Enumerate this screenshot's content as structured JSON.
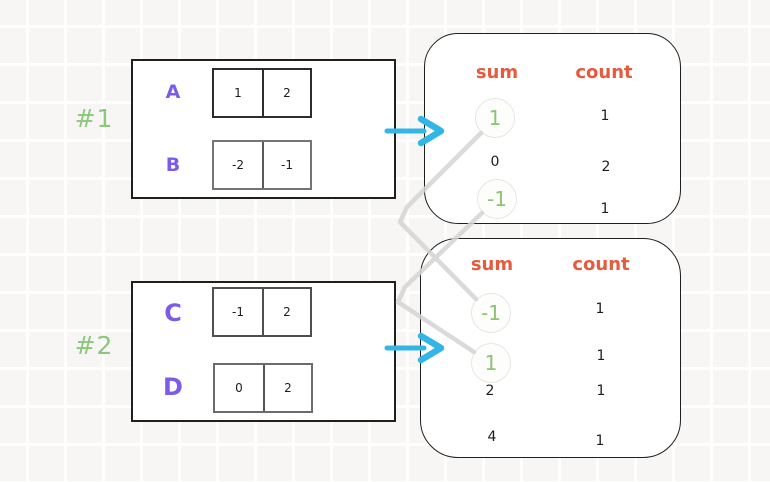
{
  "palette": {
    "label_green": "#8cc87c",
    "circled_green": "#8cc46f",
    "letter_purple": "#7b5be8",
    "header_orange": "#e65a3e",
    "arrow_cyan": "#33b5e5",
    "connector_gray": "#d4d4d4",
    "ink": "#1d1d1d"
  },
  "icons": {
    "arrow": "arrow-right-icon",
    "connector": "connector-line"
  },
  "group1": {
    "label": "#1",
    "rows": [
      {
        "name": "A",
        "cells": [
          "1",
          "2"
        ]
      },
      {
        "name": "B",
        "cells": [
          "-2",
          "-1"
        ]
      }
    ],
    "result": {
      "sum_header": "sum",
      "count_header": "count",
      "rows": [
        {
          "sum": "1",
          "count": "1",
          "highlighted": true
        },
        {
          "sum": "0",
          "count": "2",
          "highlighted": false
        },
        {
          "sum": "-1",
          "count": "1",
          "highlighted": true
        }
      ]
    }
  },
  "group2": {
    "label": "#2",
    "rows": [
      {
        "name": "C",
        "cells": [
          "-1",
          "2"
        ]
      },
      {
        "name": "D",
        "cells": [
          "0",
          "2"
        ]
      }
    ],
    "result": {
      "sum_header": "sum",
      "count_header": "count",
      "rows": [
        {
          "sum": "-1",
          "count": "1",
          "highlighted": true
        },
        {
          "sum": "1",
          "count": "1",
          "highlighted": true
        },
        {
          "sum": "2",
          "count": "1",
          "highlighted": false
        },
        {
          "sum": "4",
          "count": "1",
          "highlighted": false
        }
      ]
    }
  },
  "connectors": [
    {
      "from": "group1 result sum 1",
      "to": "group2 result sum -1"
    },
    {
      "from": "group1 result sum -1",
      "to": "group2 result sum 1"
    }
  ]
}
